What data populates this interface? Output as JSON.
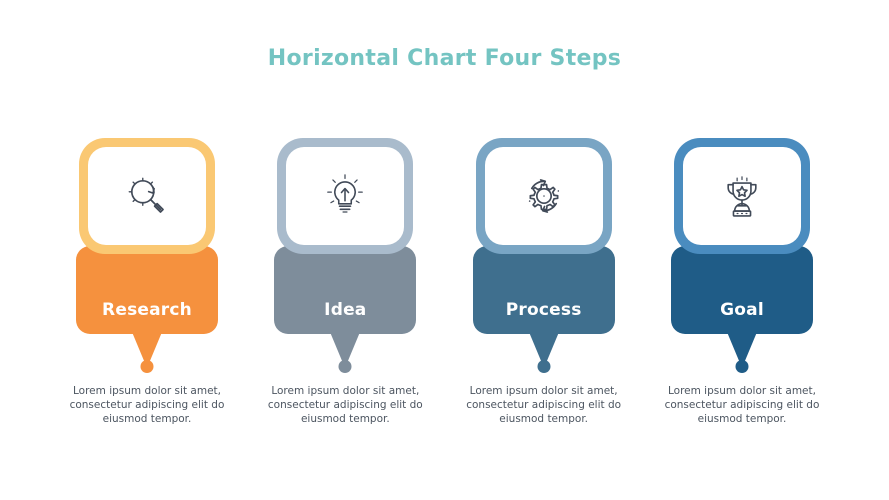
{
  "title": "Horizontal Chart Four Steps",
  "title_color": "#74c4c2",
  "steps": [
    {
      "label": "Research",
      "icon": "magnifier-refresh-icon",
      "ring_color": "#fac873",
      "banner_color": "#f5913e",
      "dot_color": "#f5913e",
      "description": "Lorem ipsum dolor sit amet, consectetur adipiscing elit do eiusmod tempor."
    },
    {
      "label": "Idea",
      "icon": "lightbulb-arrow-icon",
      "ring_color": "#a9bbcc",
      "banner_color": "#7e8d9b",
      "dot_color": "#7e8d9b",
      "description": "Lorem ipsum dolor sit amet, consectetur adipiscing elit do eiusmod tempor."
    },
    {
      "label": "Process",
      "icon": "gear-arrows-icon",
      "ring_color": "#79a5c4",
      "banner_color": "#3f6f8e",
      "dot_color": "#3f6f8e",
      "description": "Lorem ipsum dolor sit amet, consectetur adipiscing elit do eiusmod tempor."
    },
    {
      "label": "Goal",
      "icon": "trophy-star-icon",
      "ring_color": "#4a8cbf",
      "banner_color": "#1f5c87",
      "dot_color": "#1f5c87",
      "description": "Lorem ipsum dolor sit amet, consectetur adipiscing elit do eiusmod tempor."
    }
  ]
}
